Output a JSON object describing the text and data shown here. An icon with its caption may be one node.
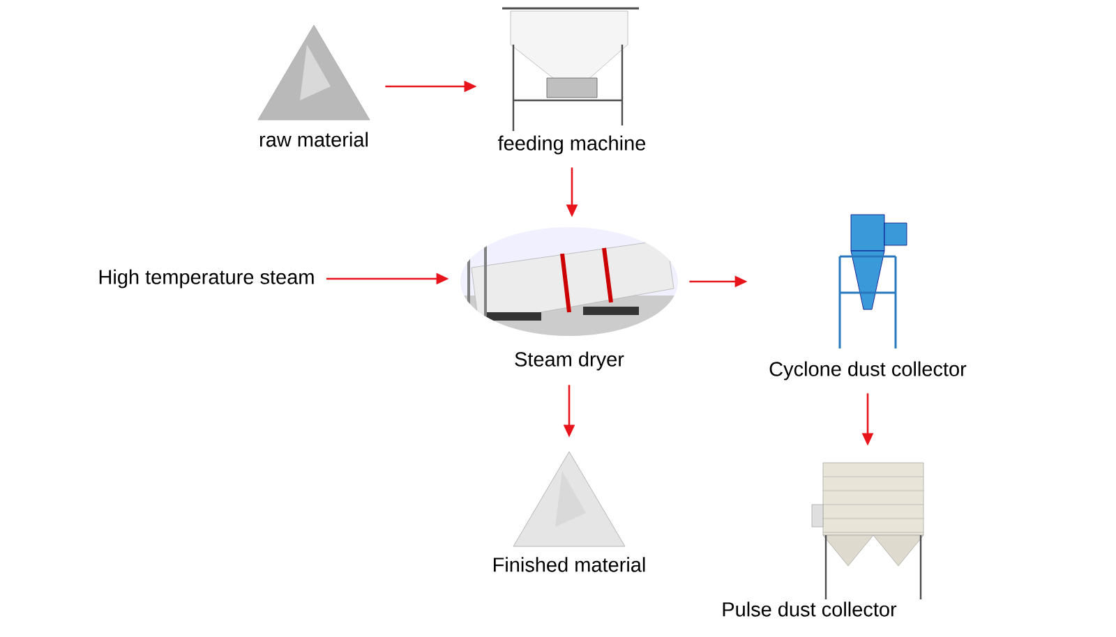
{
  "diagram": {
    "nodes": [
      {
        "text": [
          "raw material"
        ]
      },
      {
        "text": [
          "feeding machine"
        ]
      },
      {
        "text": [
          "High temperature steam"
        ]
      },
      {
        "text": [
          "Steam dryer"
        ]
      },
      {
        "text": [
          "Cyclone dust collector"
        ]
      },
      {
        "text": [
          "Finished material"
        ]
      },
      {
        "text": [
          "Pulse dust collector"
        ]
      }
    ],
    "edges": [
      {
        "from": 0,
        "to": 1,
        "arrow": "to"
      },
      {
        "from": 1,
        "to": 3,
        "arrow": "to"
      },
      {
        "from": 2,
        "to": 3,
        "arrow": "to"
      },
      {
        "from": 3,
        "to": 4,
        "arrow": "to"
      },
      {
        "from": 3,
        "to": 5,
        "arrow": "to"
      },
      {
        "from": 4,
        "to": 6,
        "arrow": "to"
      }
    ]
  }
}
